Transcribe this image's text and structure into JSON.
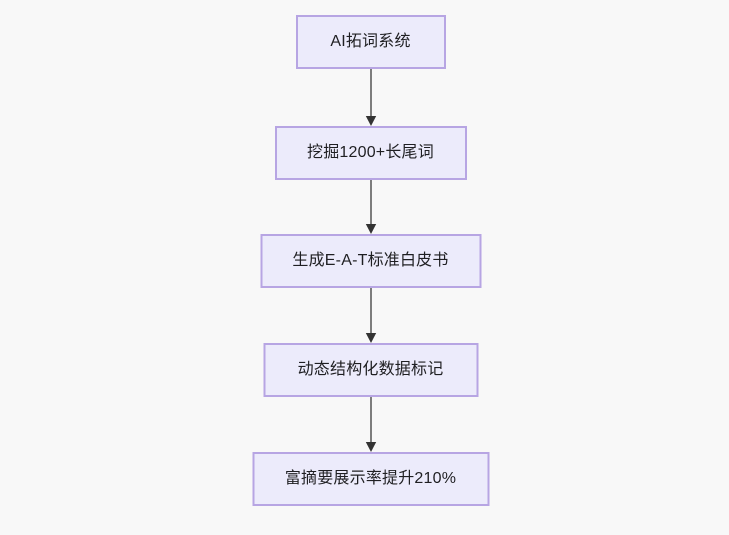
{
  "diagram": {
    "type": "flowchart",
    "direction": "top-to-bottom",
    "background_color": "#f8f8f8",
    "node_fill_color": "#ecebfb",
    "node_border_color": "#b7a5e3",
    "node_text_color": "#1f1f22",
    "edge_line_color": "#7d7d7d",
    "edge_arrow_color": "#333333",
    "nodes": [
      {
        "id": "n1",
        "label": "AI拓词系统"
      },
      {
        "id": "n2",
        "label": "挖掘1200+长尾词"
      },
      {
        "id": "n3",
        "label": "生成E-A-T标准白皮书"
      },
      {
        "id": "n4",
        "label": "动态结构化数据标记"
      },
      {
        "id": "n5",
        "label": "富摘要展示率提升210%"
      }
    ],
    "edges": [
      {
        "from": "n1",
        "to": "n2",
        "label": ""
      },
      {
        "from": "n2",
        "to": "n3",
        "label": ""
      },
      {
        "from": "n3",
        "to": "n4",
        "label": ""
      },
      {
        "from": "n4",
        "to": "n5",
        "label": ""
      }
    ]
  }
}
